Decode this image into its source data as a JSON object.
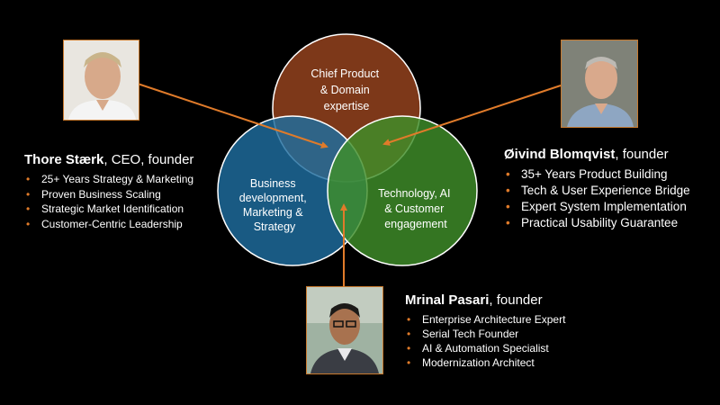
{
  "venn": {
    "top": {
      "lines": [
        "Chief Product",
        "& Domain",
        "expertise"
      ],
      "color": "#8b3e1c"
    },
    "left": {
      "lines": [
        "Business",
        "development,",
        "Marketing &",
        "Strategy"
      ],
      "color": "#1e6ea0"
    },
    "right": {
      "lines": [
        "Technology, AI",
        "& Customer",
        "engagement"
      ],
      "color": "#3f8f2a"
    }
  },
  "accent_color": "#e07b2a",
  "people": {
    "thore": {
      "name": "Thore Stærk",
      "role": ", CEO, founder",
      "points": [
        "25+ Years Strategy & Marketing",
        "Proven Business Scaling",
        "Strategic Market Identification",
        "Customer-Centric Leadership"
      ]
    },
    "oivind": {
      "name": "Øivind Blomqvist",
      "role": ", founder",
      "points": [
        "35+ Years Product Building",
        "Tech & User Experience Bridge",
        "Expert System Implementation",
        "Practical Usability Guarantee"
      ]
    },
    "mrinal": {
      "name": "Mrinal Pasari",
      "role": ", founder",
      "points": [
        "Enterprise Architecture Expert",
        "Serial Tech Founder",
        "AI & Automation Specialist",
        "Modernization Architect"
      ]
    }
  }
}
